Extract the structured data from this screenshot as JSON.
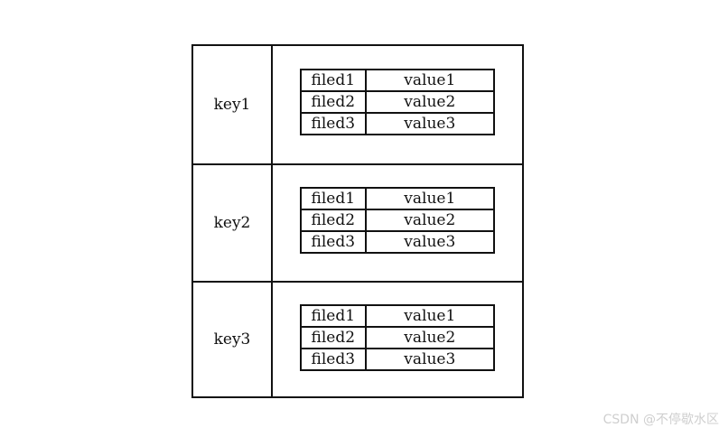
{
  "rows": [
    {
      "key": "key1",
      "entries": [
        {
          "field": "filed1",
          "value": "value1"
        },
        {
          "field": "filed2",
          "value": "value2"
        },
        {
          "field": "filed3",
          "value": "value3"
        }
      ]
    },
    {
      "key": "key2",
      "entries": [
        {
          "field": "filed1",
          "value": "value1"
        },
        {
          "field": "filed2",
          "value": "value2"
        },
        {
          "field": "filed3",
          "value": "value3"
        }
      ]
    },
    {
      "key": "key3",
      "entries": [
        {
          "field": "filed1",
          "value": "value1"
        },
        {
          "field": "filed2",
          "value": "value2"
        },
        {
          "field": "filed3",
          "value": "value3"
        }
      ]
    }
  ],
  "watermark": "CSDN @不停歇水区"
}
